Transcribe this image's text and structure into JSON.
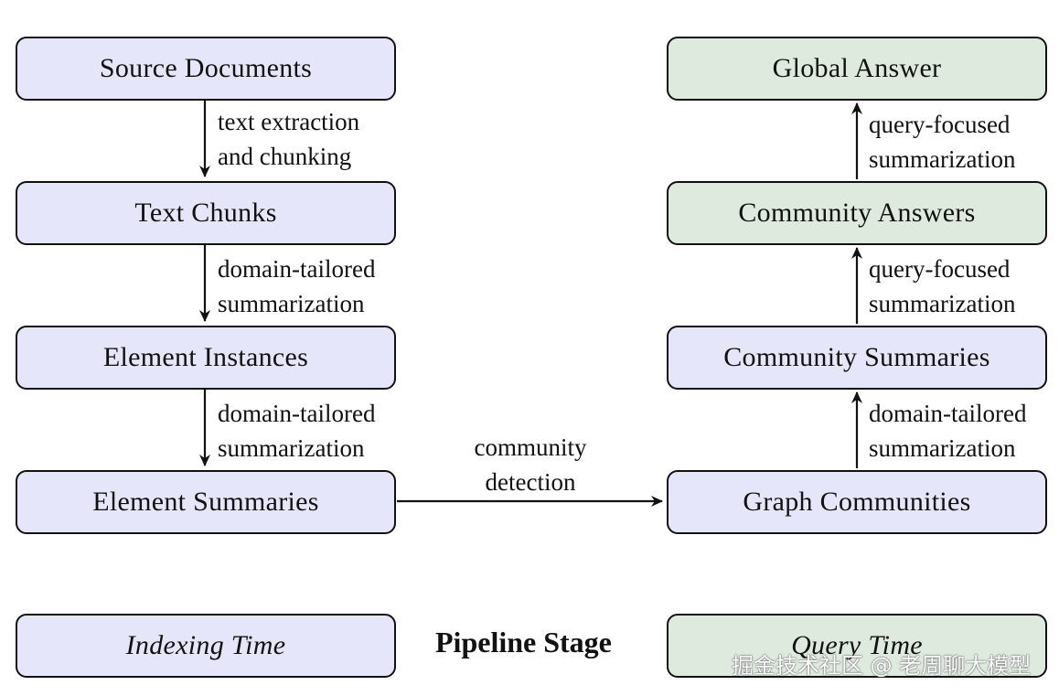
{
  "nodes": {
    "source_documents": "Source Documents",
    "text_chunks": "Text Chunks",
    "element_instances": "Element Instances",
    "element_summaries": "Element Summaries",
    "graph_communities": "Graph Communities",
    "community_summaries": "Community Summaries",
    "community_answers": "Community Answers",
    "global_answer": "Global Answer"
  },
  "edges": {
    "e1": [
      "text extraction",
      "and chunking"
    ],
    "e2": [
      "domain-tailored",
      "summarization"
    ],
    "e3": [
      "domain-tailored",
      "summarization"
    ],
    "e4": [
      "community",
      "detection"
    ],
    "e5": [
      "domain-tailored",
      "summarization"
    ],
    "e6": [
      "query-focused",
      "summarization"
    ],
    "e7": [
      "query-focused",
      "summarization"
    ]
  },
  "legend": {
    "indexing": "Indexing Time",
    "stage": "Pipeline Stage",
    "query": "Query Time"
  },
  "watermark": "掘金技术社区 @ 老周聊大模型",
  "colors": {
    "indexing_fill": "#e6e6fa",
    "query_fill": "#dfeadf",
    "stroke": "#111111"
  }
}
